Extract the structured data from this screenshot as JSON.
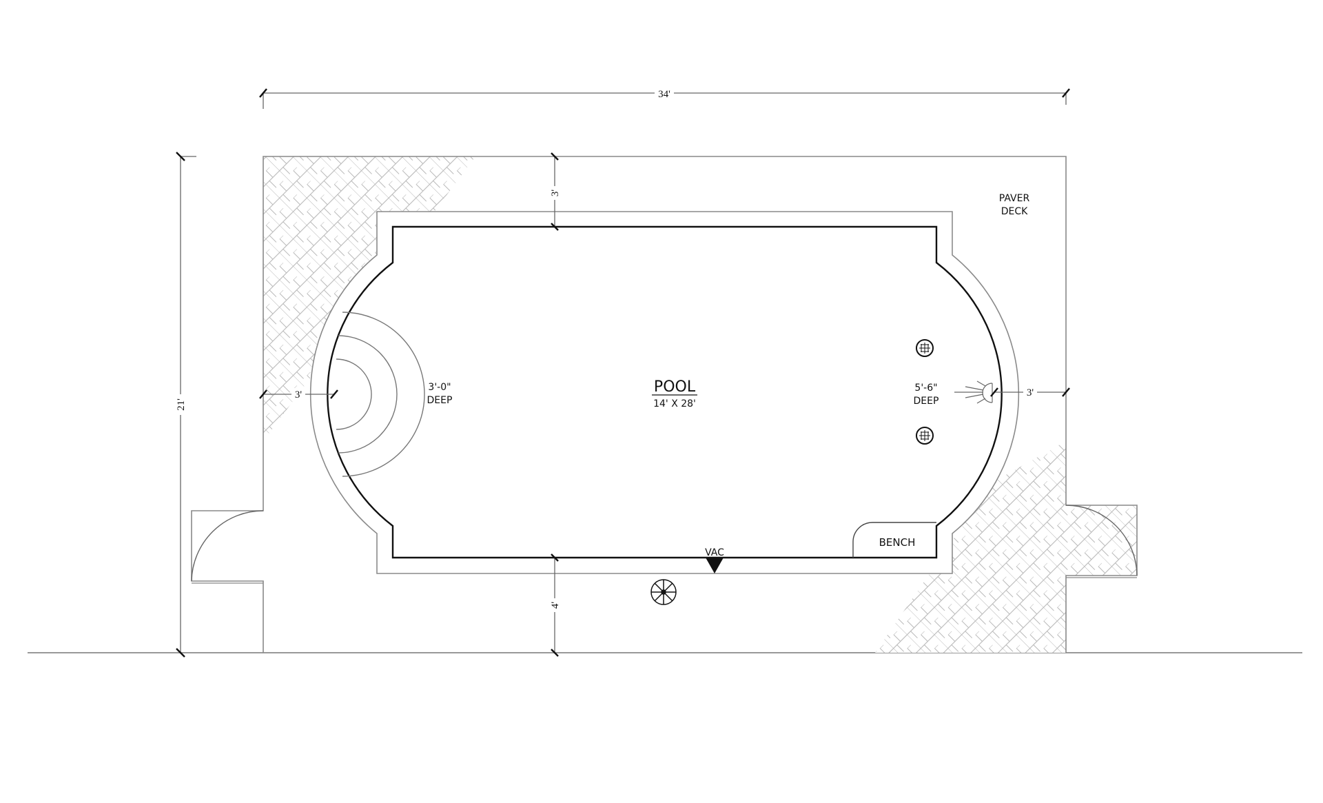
{
  "drawing": {
    "type": "pool site plan",
    "dimensions": {
      "overall_width": "34'",
      "overall_depth": "21'",
      "top_deck": "3'",
      "bottom_deck": "4'",
      "left_deck": "3'",
      "right_deck": "3'"
    },
    "pool": {
      "label": "POOL",
      "size": "14' X 28'"
    },
    "shallow_end": {
      "depth": "3'-0\"",
      "label": "DEEP"
    },
    "deep_end": {
      "depth": "5'-6\"",
      "label": "DEEP"
    },
    "bench": {
      "label": "BENCH"
    },
    "vacuum": {
      "label": "VAC"
    },
    "deck": {
      "line1": "PAVER",
      "line2": "DECK"
    },
    "colors": {
      "pool_outline": "#111111",
      "coping_outline": "#8a8a8a",
      "hatch": "#b5b5b5",
      "dimension": "#555555",
      "background": "#ffffff"
    },
    "symbols": [
      "main-drain-icon",
      "main-drain-icon",
      "pool-light-icon",
      "vacuum-port-icon",
      "skimmer-wheel-icon",
      "gate-swing-icon",
      "gate-swing-icon",
      "step-arc-icon"
    ]
  }
}
